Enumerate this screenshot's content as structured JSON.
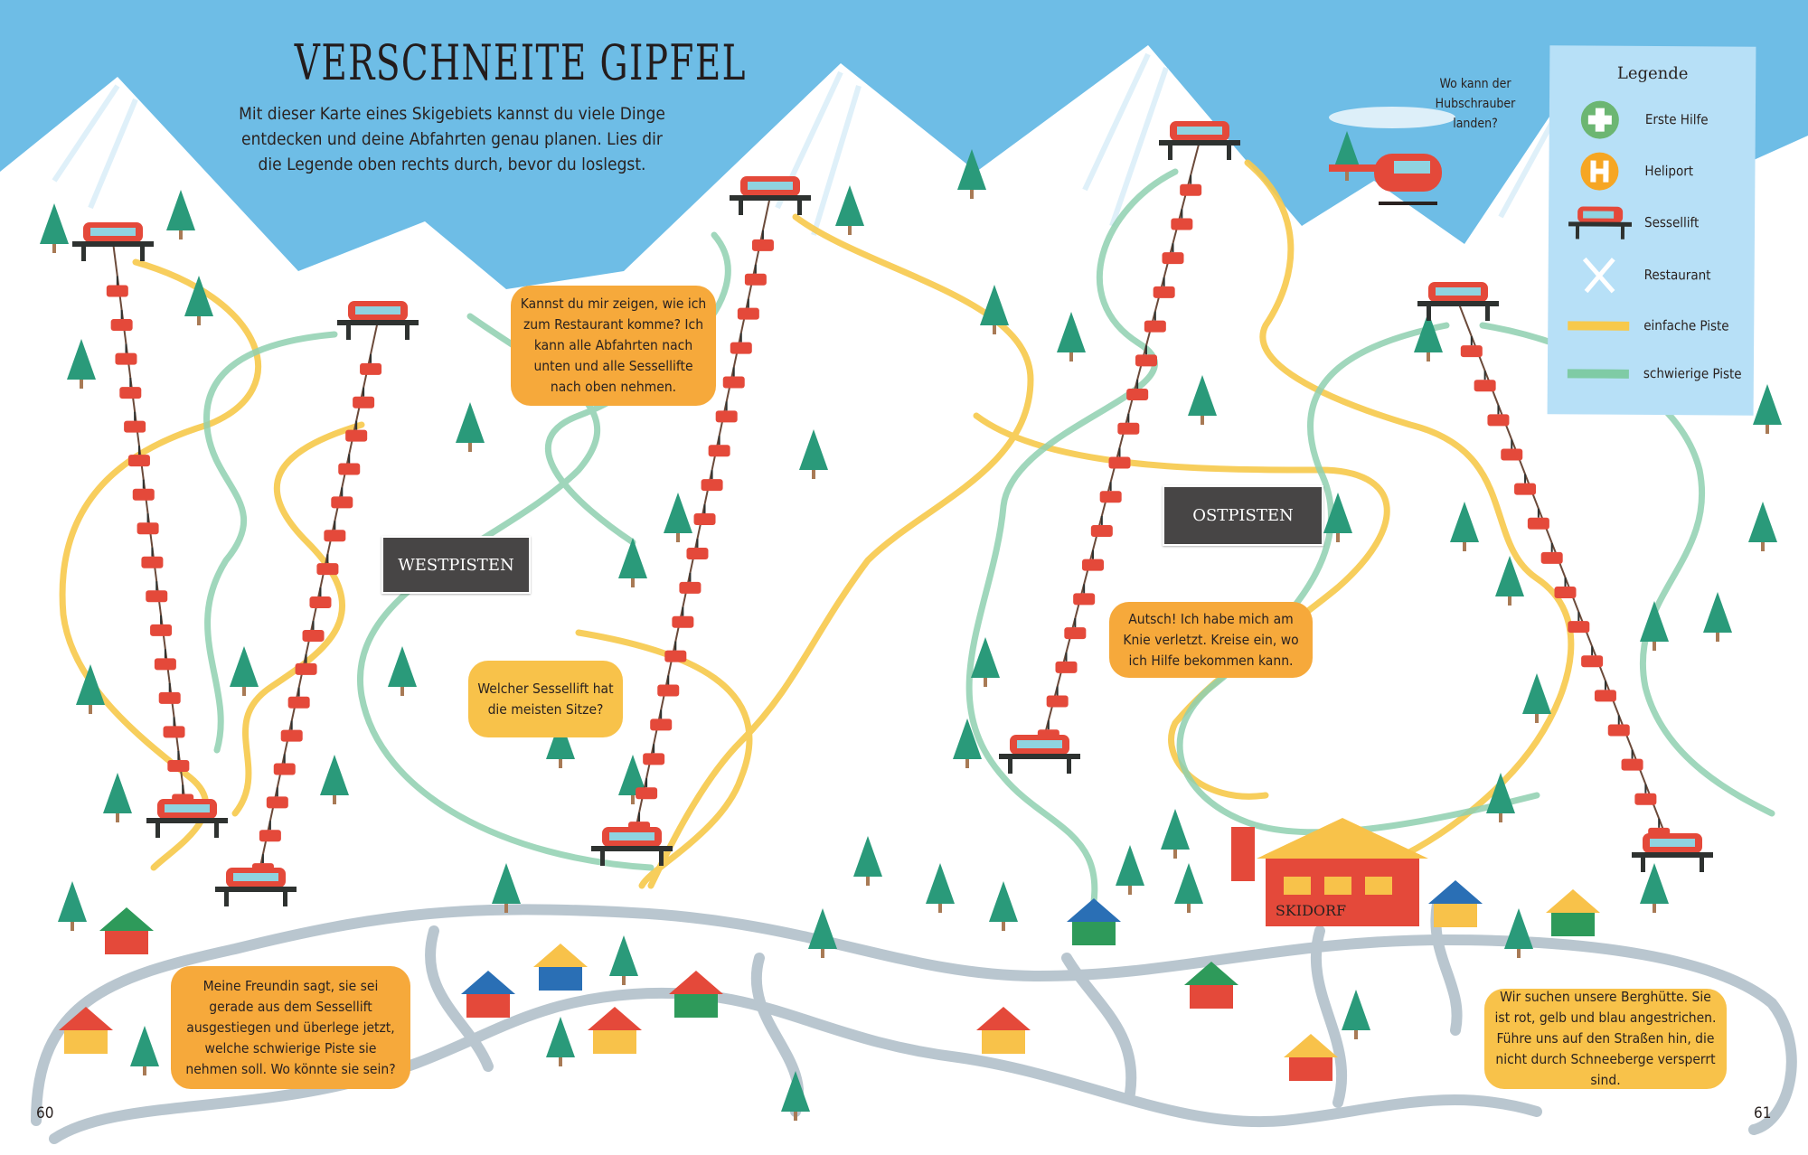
{
  "title": "VERSCHNEITE GIPFEL",
  "intro": "Mit dieser Karte eines Skigebiets kannst du viele Dinge entdecken und deine Abfahrten genau planen. Lies dir die Legende oben rechts durch, bevor du loslegst.",
  "helicopter_question": "Wo kann der Hubschrauber landen?",
  "legend": {
    "title": "Legende",
    "items": [
      {
        "icon": "first-aid-icon",
        "label": "Erste Hilfe"
      },
      {
        "icon": "heliport-icon",
        "label": "Heliport"
      },
      {
        "icon": "chairlift-icon",
        "label": "Sessellift"
      },
      {
        "icon": "restaurant-icon",
        "label": "Restaurant"
      },
      {
        "icon": "easy-piste-line",
        "label": "einfache Piste"
      },
      {
        "icon": "difficult-piste-line",
        "label": "schwierige Piste"
      }
    ]
  },
  "areas": {
    "west": "WESTPISTEN",
    "east": "OSTPISTEN",
    "village": "SKIDORF"
  },
  "bubbles": {
    "restaurant": "Kannst du mir zeigen, wie ich zum Restaurant komme? Ich kann alle Abfahrten nach unten und alle Sessellifte nach oben nehmen.",
    "seats": "Welcher Sessellift hat die meisten Sitze?",
    "injury": "Autsch! Ich habe mich am Knie verletzt. Kreise ein, wo ich Hilfe bekommen kann.",
    "friend": "Meine Freundin sagt, sie sei gerade aus dem Sessellift ausgestiegen und überlege jetzt, welche schwierige Piste sie nehmen soll. Wo könnte sie sein?",
    "hut": "Wir suchen unsere Berghütte. Sie ist rot, gelb und blau angestrichen. Führe uns auf den Straßen hin, die nicht durch Schneeberge versperrt sind."
  },
  "page_numbers": {
    "left": "60",
    "right": "61"
  },
  "colors": {
    "sky": "#6ebde6",
    "easy": "#f7c94b",
    "difficult": "#8fd0b0",
    "road": "#b9c6cf",
    "lift": "#e4493a",
    "bubble": "#f6a93b"
  }
}
